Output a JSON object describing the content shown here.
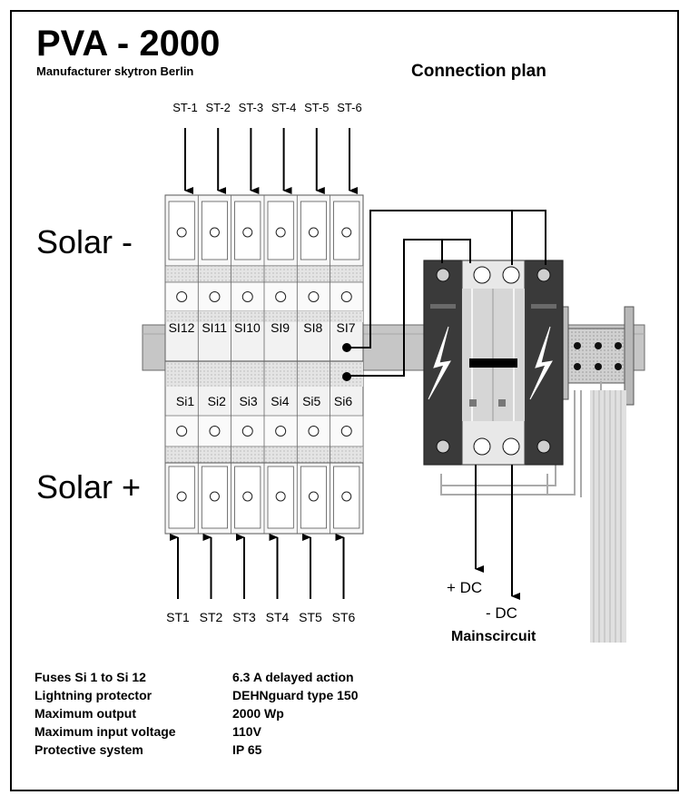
{
  "header": {
    "title": "PVA - 2000",
    "manufacturer": "Manufacturer skytron Berlin",
    "plan_title": "Connection plan"
  },
  "labels": {
    "solar_minus": "Solar -",
    "solar_plus": "Solar +",
    "plus_dc": "+ DC",
    "minus_dc": "- DC",
    "mainscircuit": "Mainscircuit"
  },
  "inputs_top": [
    "ST-1",
    "ST-2",
    "ST-3",
    "ST-4",
    "ST-5",
    "ST-6"
  ],
  "inputs_bottom": [
    "ST1",
    "ST2",
    "ST3",
    "ST4",
    "ST5",
    "ST6"
  ],
  "fuses_top": [
    "SI12",
    "SI11",
    "SI10",
    "SI9",
    "SI8",
    "SI7"
  ],
  "fuses_bottom": [
    "Si1",
    "Si2",
    "Si3",
    "Si4",
    "Si5",
    "Si6"
  ],
  "specs": [
    {
      "label": "Fuses Si 1 to Si 12",
      "value": "6.3 A delayed action"
    },
    {
      "label": "Lightning protector",
      "value": "DEHNguard type 150"
    },
    {
      "label": "Maximum output",
      "value": "2000 Wp"
    },
    {
      "label": "Maximum input voltage",
      "value": "110V"
    },
    {
      "label": "Protective system",
      "value": "IP 65"
    }
  ]
}
